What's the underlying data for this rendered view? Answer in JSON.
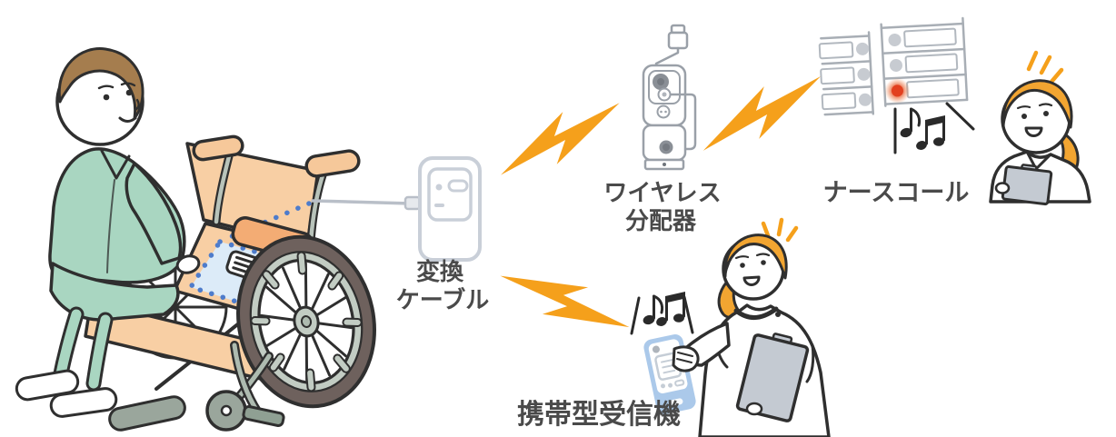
{
  "labels": {
    "conversion_cable": {
      "line1": "変換",
      "line2": "ケーブル"
    },
    "wireless_distributor": {
      "line1": "ワイヤレス",
      "line2": "分配器"
    },
    "nurse_call": "ナースコール",
    "portable_receiver": "携帯型受信機"
  },
  "icons": {
    "lightning_bolt": "orange zigzag wireless-signal bolt (x3)",
    "music_notes": "♪ ♫ ringing sound marks",
    "alert_light": "red glowing round indicator on nurse-call wall panel",
    "notice_lines": "orange surprise sparks above nurse heads",
    "sensor_dots": "blue dotted line along wheelchair seat sensor pad"
  },
  "colors": {
    "bolt_orange": "#F5A01B",
    "label_text": "#4A4A4A",
    "line_dark": "#2F2F2F",
    "pajama_green": "#A9D6C1",
    "upholstery_peach": "#F8CFA4",
    "armrest_orange": "#F3AC74",
    "sensor_pad_blue": "#DCEBF8",
    "sensor_dot_blue": "#4E7CCB",
    "patient_hair_brown": "#A57D4E",
    "nurse_hair_orange": "#F2A531",
    "wheel_tire_taupe": "#6E615D",
    "frame_sage": "#B8C3BA",
    "device_outline_gray": "#C9CFD8",
    "distributor_gray": "#9AA0A8",
    "receiver_blue": "#ABC9EA",
    "clipboard_gray": "#C4CAD2",
    "alert_red": "#E2401F",
    "panel_line_gray": "#A8AEB5"
  }
}
